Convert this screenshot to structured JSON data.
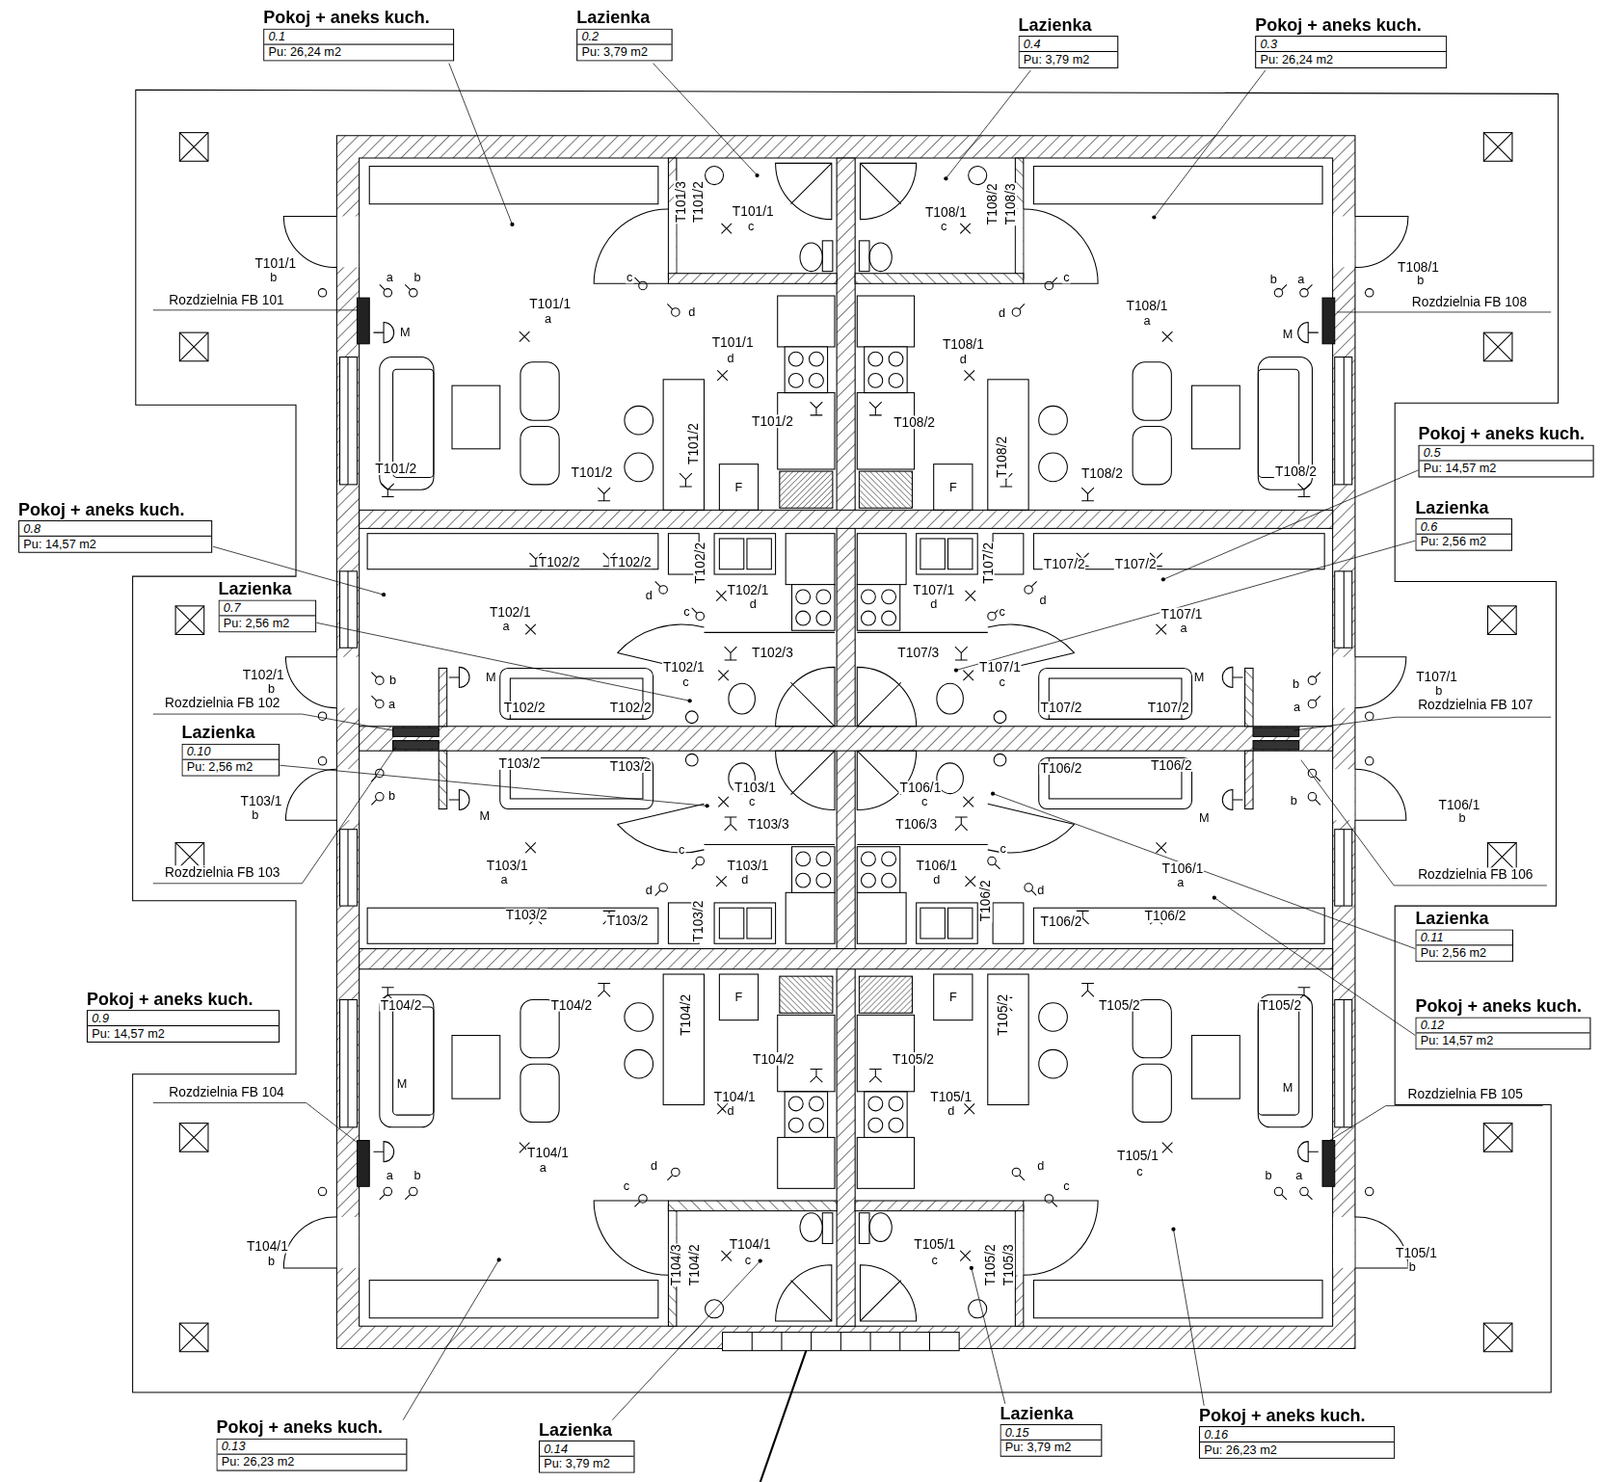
{
  "diagram": {
    "nodes": [
      {
        "text": [
          "Pokoj + aneks kuch.",
          "0.1",
          "Pu: 26,24 m2"
        ]
      },
      {
        "text": [
          "Lazienka",
          "0.2",
          "Pu: 3,79 m2"
        ]
      },
      {
        "text": [
          "Lazienka",
          "0.4",
          "Pu: 3,79 m2"
        ]
      },
      {
        "text": [
          "Pokoj + aneks kuch.",
          "0.3",
          "Pu: 26,24 m2"
        ]
      },
      {
        "text": [
          "Pokoj + aneks kuch.",
          "0.8",
          "Pu: 14,57 m2"
        ]
      },
      {
        "text": [
          "Pokoj + aneks kuch.",
          "0.5",
          "Pu: 14,57 m2"
        ]
      },
      {
        "text": [
          "Lazienka",
          "0.6",
          "Pu: 2,56 m2"
        ]
      },
      {
        "text": [
          "Lazienka",
          "0.7",
          "Pu: 2,56 m2"
        ]
      },
      {
        "text": [
          "Lazienka",
          "0.10",
          "Pu: 2,56 m2"
        ]
      },
      {
        "text": [
          "Lazienka",
          "0.11",
          "Pu: 2,56 m2"
        ]
      },
      {
        "text": [
          "Pokoj + aneks kuch.",
          "0.9",
          "Pu: 14,57 m2"
        ]
      },
      {
        "text": [
          "Pokoj + aneks kuch.",
          "0.12",
          "Pu: 14,57 m2"
        ]
      },
      {
        "text": [
          "Pokoj + aneks kuch.",
          "0.13",
          "Pu: 26,23 m2"
        ]
      },
      {
        "text": [
          "Lazienka",
          "0.14",
          "Pu: 3,79 m2"
        ]
      },
      {
        "text": [
          "Lazienka",
          "0.15",
          "Pu: 3,79 m2"
        ]
      },
      {
        "text": [
          "Pokoj + aneks kuch.",
          "0.16",
          "Pu: 26,23 m2"
        ]
      }
    ],
    "labels": [
      "T101/1",
      "b",
      "a",
      "b",
      "Rozdzielnia FB 101",
      "M",
      "T101/1",
      "a",
      "T101/1",
      "d",
      "d",
      "c",
      "T101/2",
      "T101/2",
      "T101/2",
      "T101/2",
      "T101/1",
      "c",
      "T101/3",
      "T101/2",
      "F",
      "T108/1",
      "b",
      "b",
      "a",
      "Rozdzielnia FB 108",
      "M",
      "T108/1",
      "a",
      "T108/1",
      "d",
      "d",
      "c",
      "T108/2",
      "T108/2",
      "T108/2",
      "T108/2",
      "T108/1",
      "c",
      "T108/2",
      "T108/3",
      "F",
      "T102/2",
      "T102/2",
      "T102/2",
      "T102/1",
      "d",
      "d",
      "c",
      "T102/1",
      "a",
      "T102/3",
      "T102/1",
      "b",
      "b",
      "a",
      "M",
      "T102/1",
      "c",
      "T102/2",
      "T102/2",
      "Rozdzielnia FB 102",
      "T107/2",
      "T107/2",
      "T107/2",
      "T107/1",
      "d",
      "d",
      "c",
      "T107/1",
      "a",
      "T107/3",
      "T107/1",
      "c",
      "T107/1",
      "b",
      "b",
      "a",
      "M",
      "T107/2",
      "T107/2",
      "Rozdzielnia FB 107",
      "T103/2",
      "T103/2",
      "T103/1",
      "c",
      "T103/3",
      "M",
      "T103/1",
      "b",
      "b",
      "c",
      "d",
      "T103/1",
      "a",
      "T103/1",
      "d",
      "T103/2",
      "T103/2",
      "T103/2",
      "Rozdzielnia FB 103",
      "T106/2",
      "T106/2",
      "T106/1",
      "c",
      "T106/3",
      "M",
      "T106/1",
      "b",
      "b",
      "c",
      "d",
      "T106/1",
      "a",
      "T106/1",
      "d",
      "T106/2",
      "T106/2",
      "T106/2",
      "Rozdzielnia FB 106",
      "T104/2",
      "T104/2",
      "T104/2",
      "F",
      "T104/2",
      "M",
      "Rozdzielnia FB 104",
      "T104/1",
      "d",
      "T104/1",
      "a",
      "d",
      "c",
      "a",
      "b",
      "T104/1",
      "b",
      "T104/1",
      "c",
      "T104/3",
      "T104/2",
      "T105/2",
      "T105/2",
      "T105/2",
      "F",
      "T105/2",
      "M",
      "Rozdzielnia FB 105",
      "T105/1",
      "d",
      "T105/1",
      "c",
      "d",
      "c",
      "b",
      "a",
      "T105/1",
      "b",
      "T105/1",
      "c",
      "T105/2",
      "T105/3"
    ]
  }
}
